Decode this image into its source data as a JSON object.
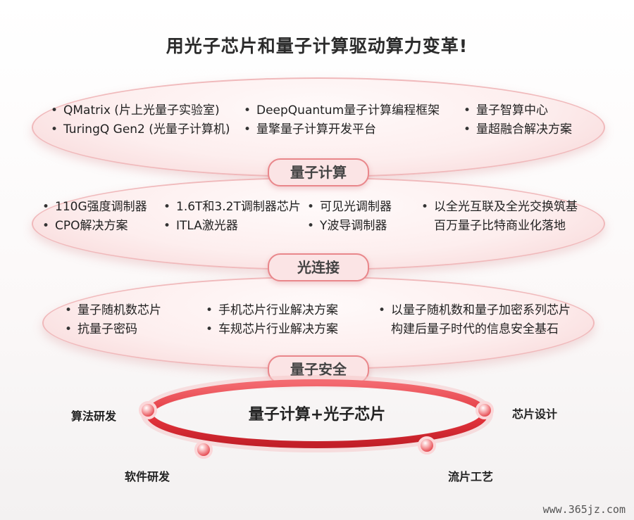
{
  "title": "用光子芯片和量子计算驱动算力变革!",
  "layers": {
    "quantum": {
      "label": "量子计算",
      "items": [
        "QMatrix (片上光量子实验室)",
        "TuringQ Gen2 (光量子计算机)",
        "DeepQuantum量子计算编程框架",
        "量擎量子计算开发平台",
        "量子智算中心",
        "量超融合解决方案"
      ]
    },
    "photonic": {
      "label": "光连接",
      "items": [
        "110G强度调制器",
        "CPO解决方案",
        "1.6T和3.2T调制器芯片",
        "ITLA激光器",
        "可见光调制器",
        "Y波导调制器",
        "以全光互联及全光交换筑基",
        "百万量子比特商业化落地"
      ]
    },
    "security": {
      "label": "量子安全",
      "items": [
        "量子随机数芯片",
        "抗量子密码",
        "手机芯片行业解决方案",
        "车规芯片行业解决方案",
        "以量子随机数和量子加密系列芯片",
        "构建后量子时代的信息安全基石"
      ]
    }
  },
  "core": {
    "center_text": "量子计算+光子芯片",
    "stages": [
      "算法研发",
      "芯片设计",
      "软件研发",
      "流片工艺"
    ]
  },
  "watermark": "www.365jz.com",
  "colors": {
    "accent": "#e0323a",
    "pill_border": "#e9878b",
    "ellipse_fill": "#fdeeee"
  }
}
